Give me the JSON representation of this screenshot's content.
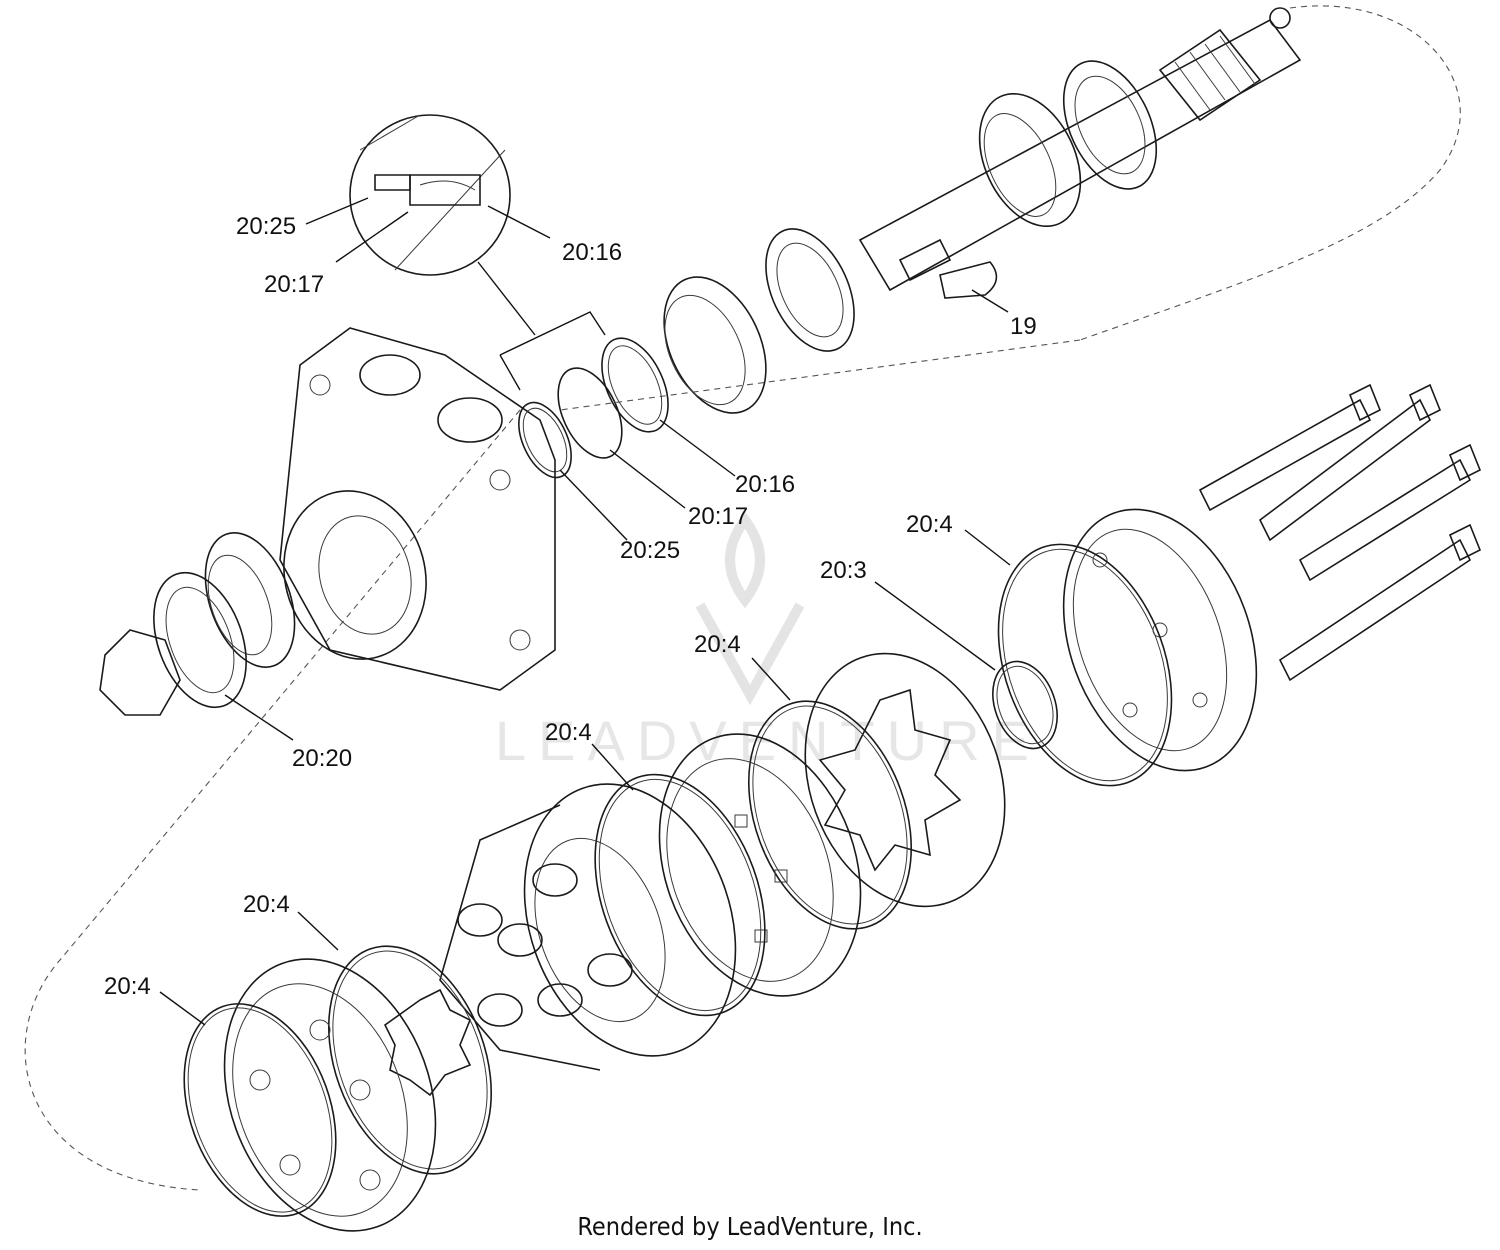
{
  "callouts": [
    {
      "id": "c1",
      "text": "20:25"
    },
    {
      "id": "c2",
      "text": "20:17"
    },
    {
      "id": "c3",
      "text": "20:16"
    },
    {
      "id": "c4",
      "text": "19"
    },
    {
      "id": "c5",
      "text": "20:16"
    },
    {
      "id": "c6",
      "text": "20:17"
    },
    {
      "id": "c7",
      "text": "20:25"
    },
    {
      "id": "c8",
      "text": "20:4"
    },
    {
      "id": "c9",
      "text": "20:3"
    },
    {
      "id": "c10",
      "text": "20:4"
    },
    {
      "id": "c11",
      "text": "20:20"
    },
    {
      "id": "c12",
      "text": "20:4"
    },
    {
      "id": "c13",
      "text": "20:4"
    },
    {
      "id": "c14",
      "text": "20:4"
    }
  ],
  "watermark": "LEADVENTURE",
  "footer": "Rendered by LeadVenture, Inc."
}
